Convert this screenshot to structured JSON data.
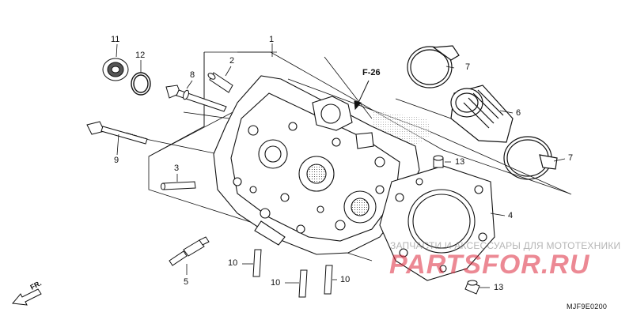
{
  "labels": {
    "p1": "1",
    "p2": "2",
    "p3": "3",
    "p4": "4",
    "p5": "5",
    "p6": "6",
    "p7a": "7",
    "p7b": "7",
    "p8": "8",
    "p9": "9",
    "p10a": "10",
    "p10b": "10",
    "p10c": "10",
    "p11": "11",
    "p12": "12",
    "p13a": "13",
    "p13b": "13"
  },
  "reference": "F-26",
  "diagram_code": "MJF9E0200",
  "front_marker": "FR.",
  "watermark": {
    "text": "ЗАПЧАСТИ И АКСЕССУАРЫ ДЛЯ МОТОТЕХНИКИ",
    "logo": "PARTSFOR.RU"
  }
}
